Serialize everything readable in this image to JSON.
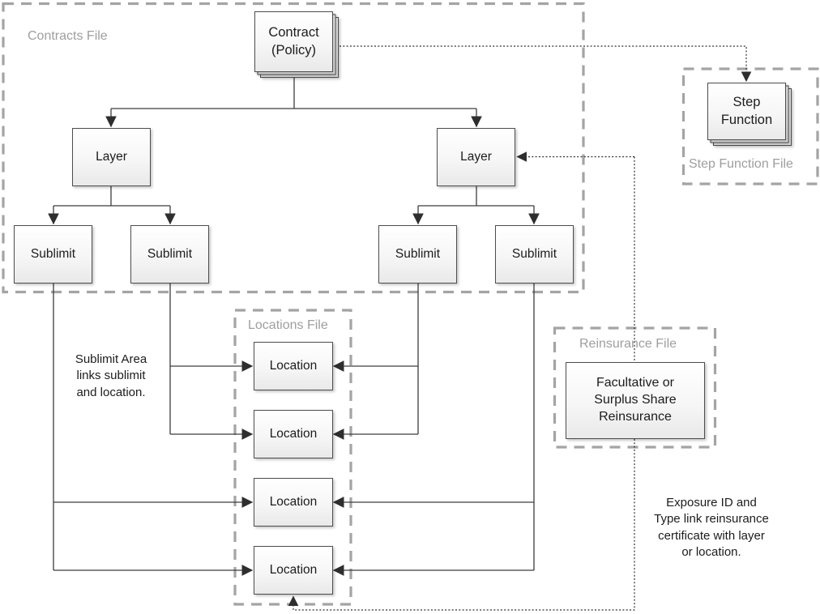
{
  "containers": {
    "contracts": {
      "label": "Contracts File"
    },
    "locations": {
      "label": "Locations File"
    },
    "reinsurance": {
      "label": "Reinsurance File"
    },
    "step_function": {
      "label": "Step Function File"
    }
  },
  "nodes": {
    "contract": "Contract\n(Policy)",
    "layers": [
      "Layer",
      "Layer"
    ],
    "sublimits": [
      "Sublimit",
      "Sublimit",
      "Sublimit",
      "Sublimit"
    ],
    "locations": [
      "Location",
      "Location",
      "Location",
      "Location"
    ],
    "step_function": "Step\nFunction",
    "reinsurance": "Facultative or\nSurplus Share\nReinsurance"
  },
  "annotations": {
    "sublimit_area": "Sublimit Area\nlinks sublimit\nand location.",
    "exposure": "Exposure ID and\nType link reinsurance\ncertificate with layer\nor location."
  },
  "colors": {
    "background": "#ffffff",
    "container_border": "#a4a4a4",
    "container_label": "#9e9e9e",
    "connector": "#3d3d3d",
    "dotted_connector": "#2e2e2e",
    "box_border": "#4d4d4d",
    "box_fill_top": "#ffffff",
    "box_fill_bottom": "#e9e9e9",
    "text": "#1c1c1c"
  }
}
